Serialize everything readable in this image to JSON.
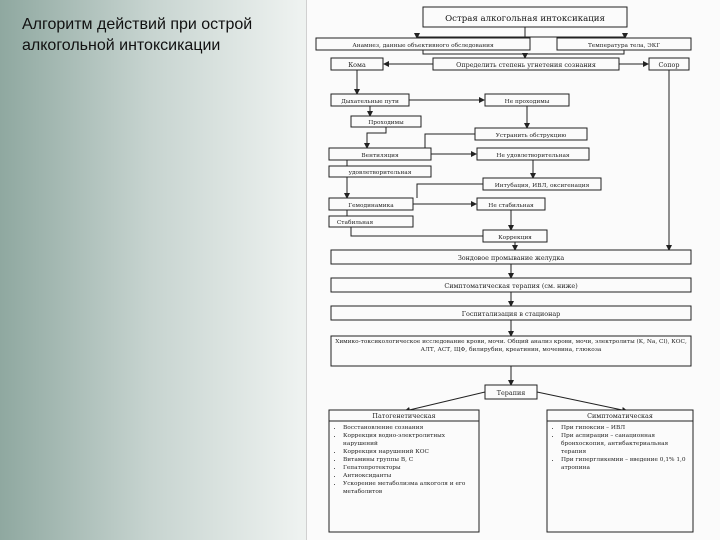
{
  "slide": {
    "title": "Алгоритм действий при острой алкогольной интоксикации"
  },
  "flowchart": {
    "title": "Острая алкогольная интоксикация",
    "anamnesis": "Анамнез, данные объективного обследования",
    "temperature": "Температура тела, ЭКГ",
    "coma": "Кома",
    "assess": "Определить степень угнетения сознания",
    "sopor": "Сопор",
    "airways": "Дыхательные пути",
    "not_passable": "Не проходимы",
    "passable": "Проходимы",
    "ensure": "Устранить обструкцию",
    "ventilation": "Вентиляция",
    "unsatisfactory": "Не удовлетворительная",
    "satisfactory": "удовлетворительная",
    "intubation": "Интубация, ИВЛ, оксигенация",
    "hemodynamics": "Гемодинамика",
    "unstable": "Не стабильная",
    "stable": "Стабильная",
    "correction": "Коррекция",
    "lavage": "Зондовое промывание желудка",
    "symptomatic": "Симптоматическая терапия (см. ниже)",
    "hospital": "Госпитализация в стационар",
    "labs": "Химико-токсикологическое исследование крови, мочи. Общий анализ крови, мочи, электролиты (K, Na, Cl), КОС, АЛТ, АСТ, ЩФ, билирубин, креатинин, мочевина, глюкоза",
    "therapy": "Терапия",
    "pathogenetic": {
      "title": "Патогенетическая",
      "items": [
        "Восстановление сознания",
        "Коррекция водно-электролитных нарушений",
        "Коррекция нарушений КОС",
        "Витамины группы В, С",
        "Гепатопротекторы",
        "Антиоксиданты",
        "Ускорение метаболизма алкоголя и его метаболитов"
      ]
    },
    "symptomatic_box": {
      "title": "Симптоматическая",
      "items": [
        "При гипоксии – ИВЛ",
        "При аспирации – санационная бронхоскопия, антибактериальная терапия",
        "При гипергликемии – введение 0,1% 1,0 атропина"
      ]
    }
  }
}
